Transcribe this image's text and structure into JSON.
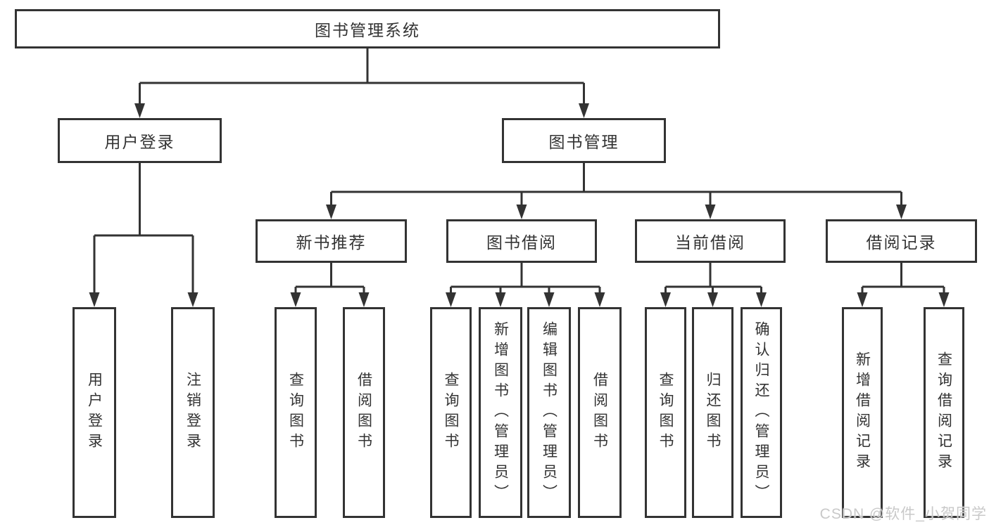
{
  "tree": {
    "root": "图书管理系统",
    "branches": [
      {
        "label": "用户登录",
        "children": [
          {
            "label": "用户登录"
          },
          {
            "label": "注销登录"
          }
        ]
      },
      {
        "label": "图书管理",
        "children": [
          {
            "label": "新书推荐",
            "children": [
              {
                "label": "查询图书"
              },
              {
                "label": "借阅图书"
              }
            ]
          },
          {
            "label": "图书借阅",
            "children": [
              {
                "label": "查询图书"
              },
              {
                "label": "新增图书（管理员）"
              },
              {
                "label": "编辑图书（管理员）"
              },
              {
                "label": "借阅图书"
              }
            ]
          },
          {
            "label": "当前借阅",
            "children": [
              {
                "label": "查询图书"
              },
              {
                "label": "归还图书"
              },
              {
                "label": "确认归还（管理员）"
              }
            ]
          },
          {
            "label": "借阅记录",
            "children": [
              {
                "label": "新增借阅记录"
              },
              {
                "label": "查询借阅记录"
              }
            ]
          }
        ]
      }
    ]
  },
  "watermark": {
    "text": "CSDN @软件_小贺同学"
  },
  "colors": {
    "line": "#333333",
    "text": "#333333",
    "watermark_text": "#c9c9c9",
    "background": "#ffffff"
  }
}
